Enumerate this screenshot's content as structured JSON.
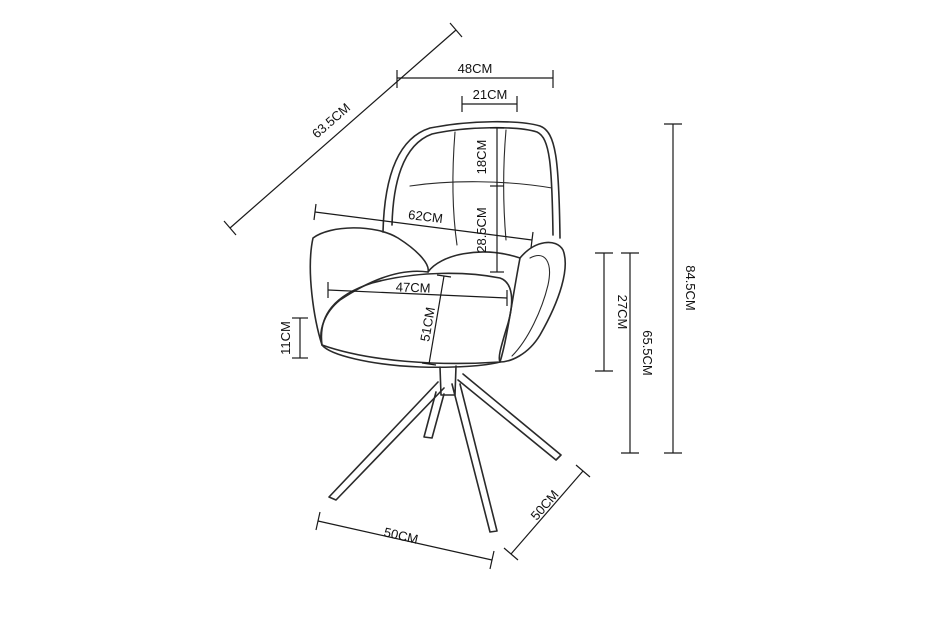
{
  "dimensions": {
    "width_top": "48CM",
    "backrest_width": "21CM",
    "depth_diagonal": "63.5CM",
    "back_panel_height": "18CM",
    "armrest_span": "62CM",
    "backrest_height": "28.5CM",
    "seat_width": "47CM",
    "seat_depth": "51CM",
    "seat_thickness": "11CM",
    "seat_to_arm": "27CM",
    "arm_height": "65.5CM",
    "total_height": "84.5CM",
    "base_width": "50CM",
    "base_depth": "50CM"
  }
}
